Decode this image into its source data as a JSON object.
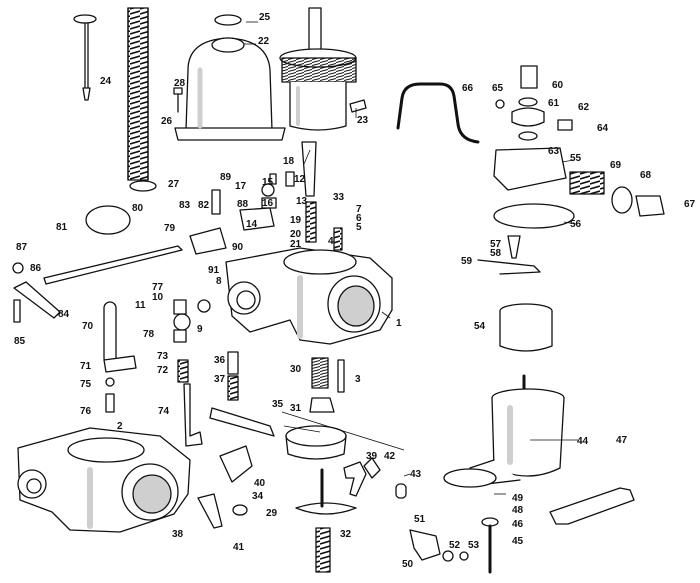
{
  "colors": {
    "ink": "#111111",
    "paper": "#ffffff",
    "shade": "#cfcfcf"
  },
  "callouts": [
    "1",
    "2",
    "3",
    "4",
    "5",
    "6",
    "7",
    "8",
    "9",
    "10",
    "11",
    "12",
    "13",
    "14",
    "15",
    "16",
    "17",
    "18",
    "19",
    "20",
    "21",
    "22",
    "23",
    "24",
    "25",
    "26",
    "27",
    "28",
    "29",
    "30",
    "31",
    "32",
    "33",
    "34",
    "35",
    "36",
    "37",
    "38",
    "39",
    "40",
    "41",
    "42",
    "43",
    "44",
    "45",
    "46",
    "47",
    "48",
    "49",
    "50",
    "51",
    "52",
    "53",
    "54",
    "55",
    "56",
    "57",
    "58",
    "59",
    "60",
    "61",
    "62",
    "63",
    "64",
    "65",
    "66",
    "67",
    "68",
    "69",
    "70",
    "71",
    "72",
    "73",
    "74",
    "75",
    "76",
    "77",
    "78",
    "79",
    "80",
    "81",
    "82",
    "83",
    "84",
    "85",
    "86",
    "87",
    "88",
    "89",
    "90",
    "91"
  ]
}
